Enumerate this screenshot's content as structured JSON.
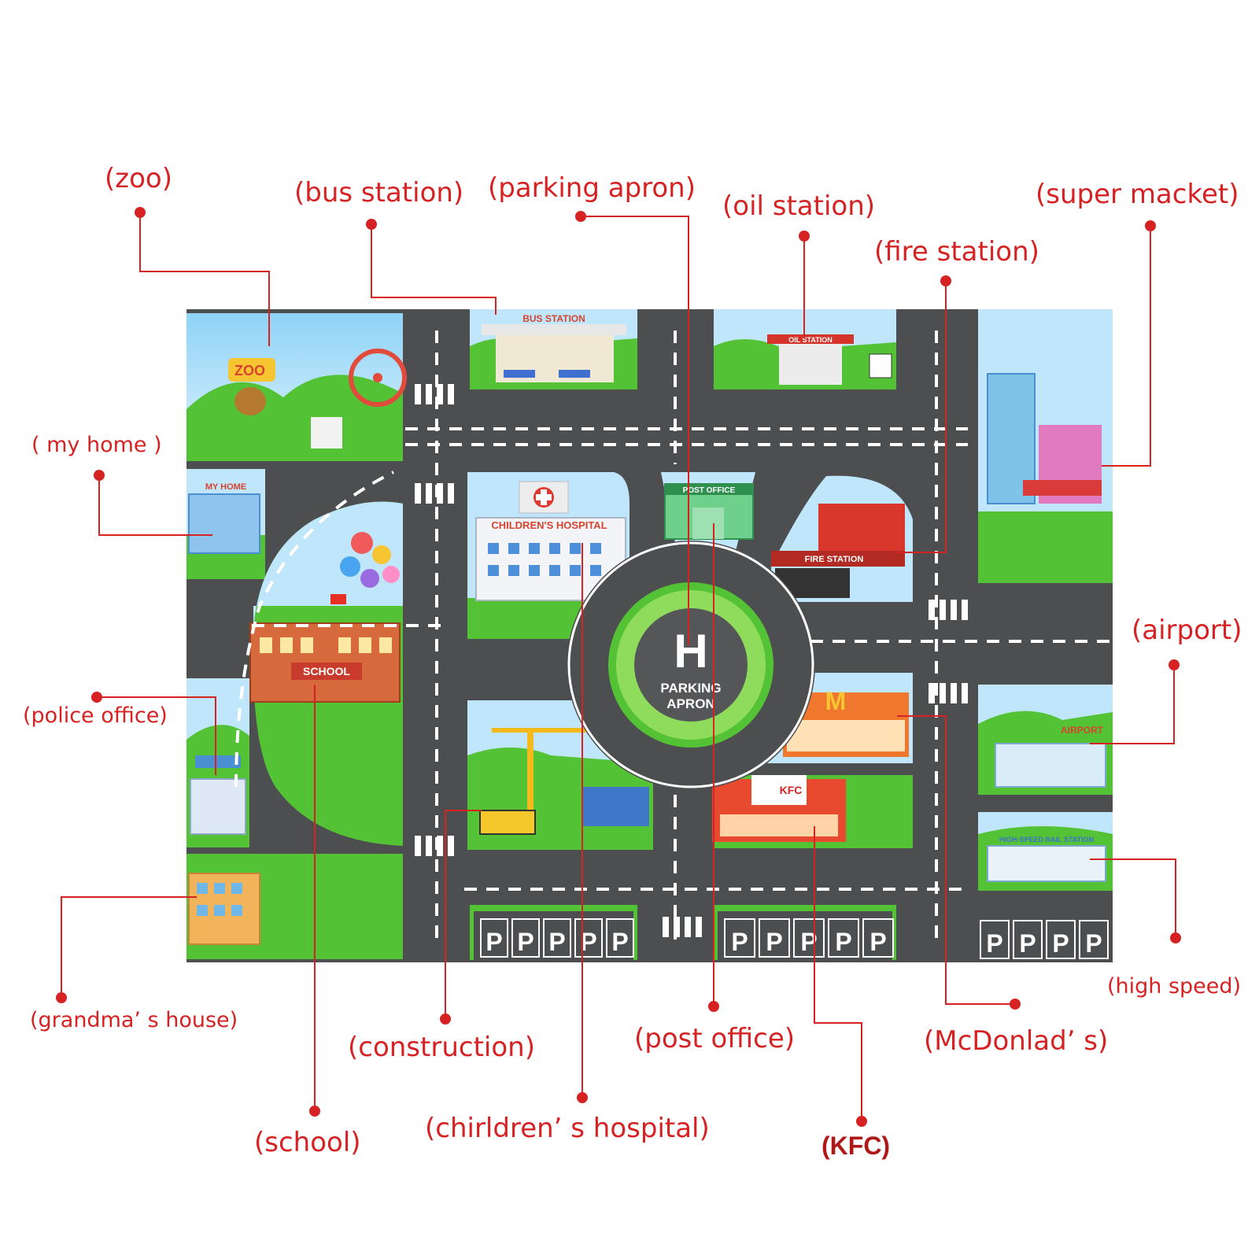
{
  "colors": {
    "callout": "#d62222",
    "road": "#4d4e50",
    "grass": "#53c234",
    "sky": "#bfe6fb",
    "marking": "#ffffff"
  },
  "callouts": {
    "zoo": "(zoo)",
    "bus_station": "(bus station)",
    "parking_apron": "(parking apron)",
    "oil_station": "(oil station)",
    "fire_station": "(fire station)",
    "super_market": "(super macket)",
    "my_home": "( my home )",
    "airport": "(airport)",
    "police_office": "(police office)",
    "high_speed": "(high speed)",
    "grandmas_house": "(grandma’ s house)",
    "construction": "(construction)",
    "post_office": "(post office)",
    "mcdonalds": "(McDonlad’ s)",
    "school": "(school)",
    "childrens_hospital": "(chirldren’ s hospital)",
    "kfc": "(KFC)"
  },
  "mat_signs": {
    "bus_station": "BUS STATION",
    "oil_station": "OIL STATION",
    "zoo": "ZOO",
    "my_home": "MY HOME",
    "childrens_hospital": "CHILDREN'S HOSPITAL",
    "post_office": "POST OFFICE",
    "fire_station": "FIRE STATION",
    "school": "SCHOOL",
    "kfc": "KFC",
    "airport": "AIRPORT",
    "rail_station": "HIGH-SPEED RAIL STATION",
    "helipad_letter": "H",
    "helipad_line1": "PARKING",
    "helipad_line2": "APRON",
    "parking_letter": "P"
  }
}
